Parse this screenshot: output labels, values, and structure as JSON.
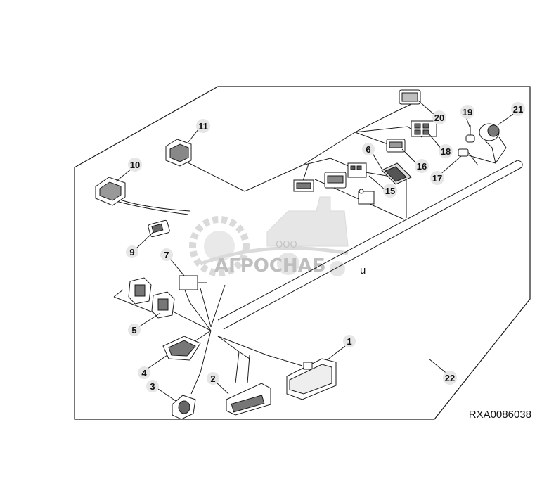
{
  "figure_code": "RXA0086038",
  "callouts": [
    "1",
    "2",
    "3",
    "4",
    "5",
    "6",
    "7",
    "9",
    "10",
    "11",
    "15",
    "16",
    "17",
    "18",
    "19",
    "20",
    "21",
    "22"
  ],
  "watermark": {
    "small_text": "ООО",
    "brand_text": "АГРОСНАБ",
    "suffix_char": "u",
    "color": "#bdbdbd"
  },
  "colors": {
    "line": "#1a1a1a",
    "callout_fill": "#e6e6e6",
    "watermark": "#c8c8c8"
  }
}
